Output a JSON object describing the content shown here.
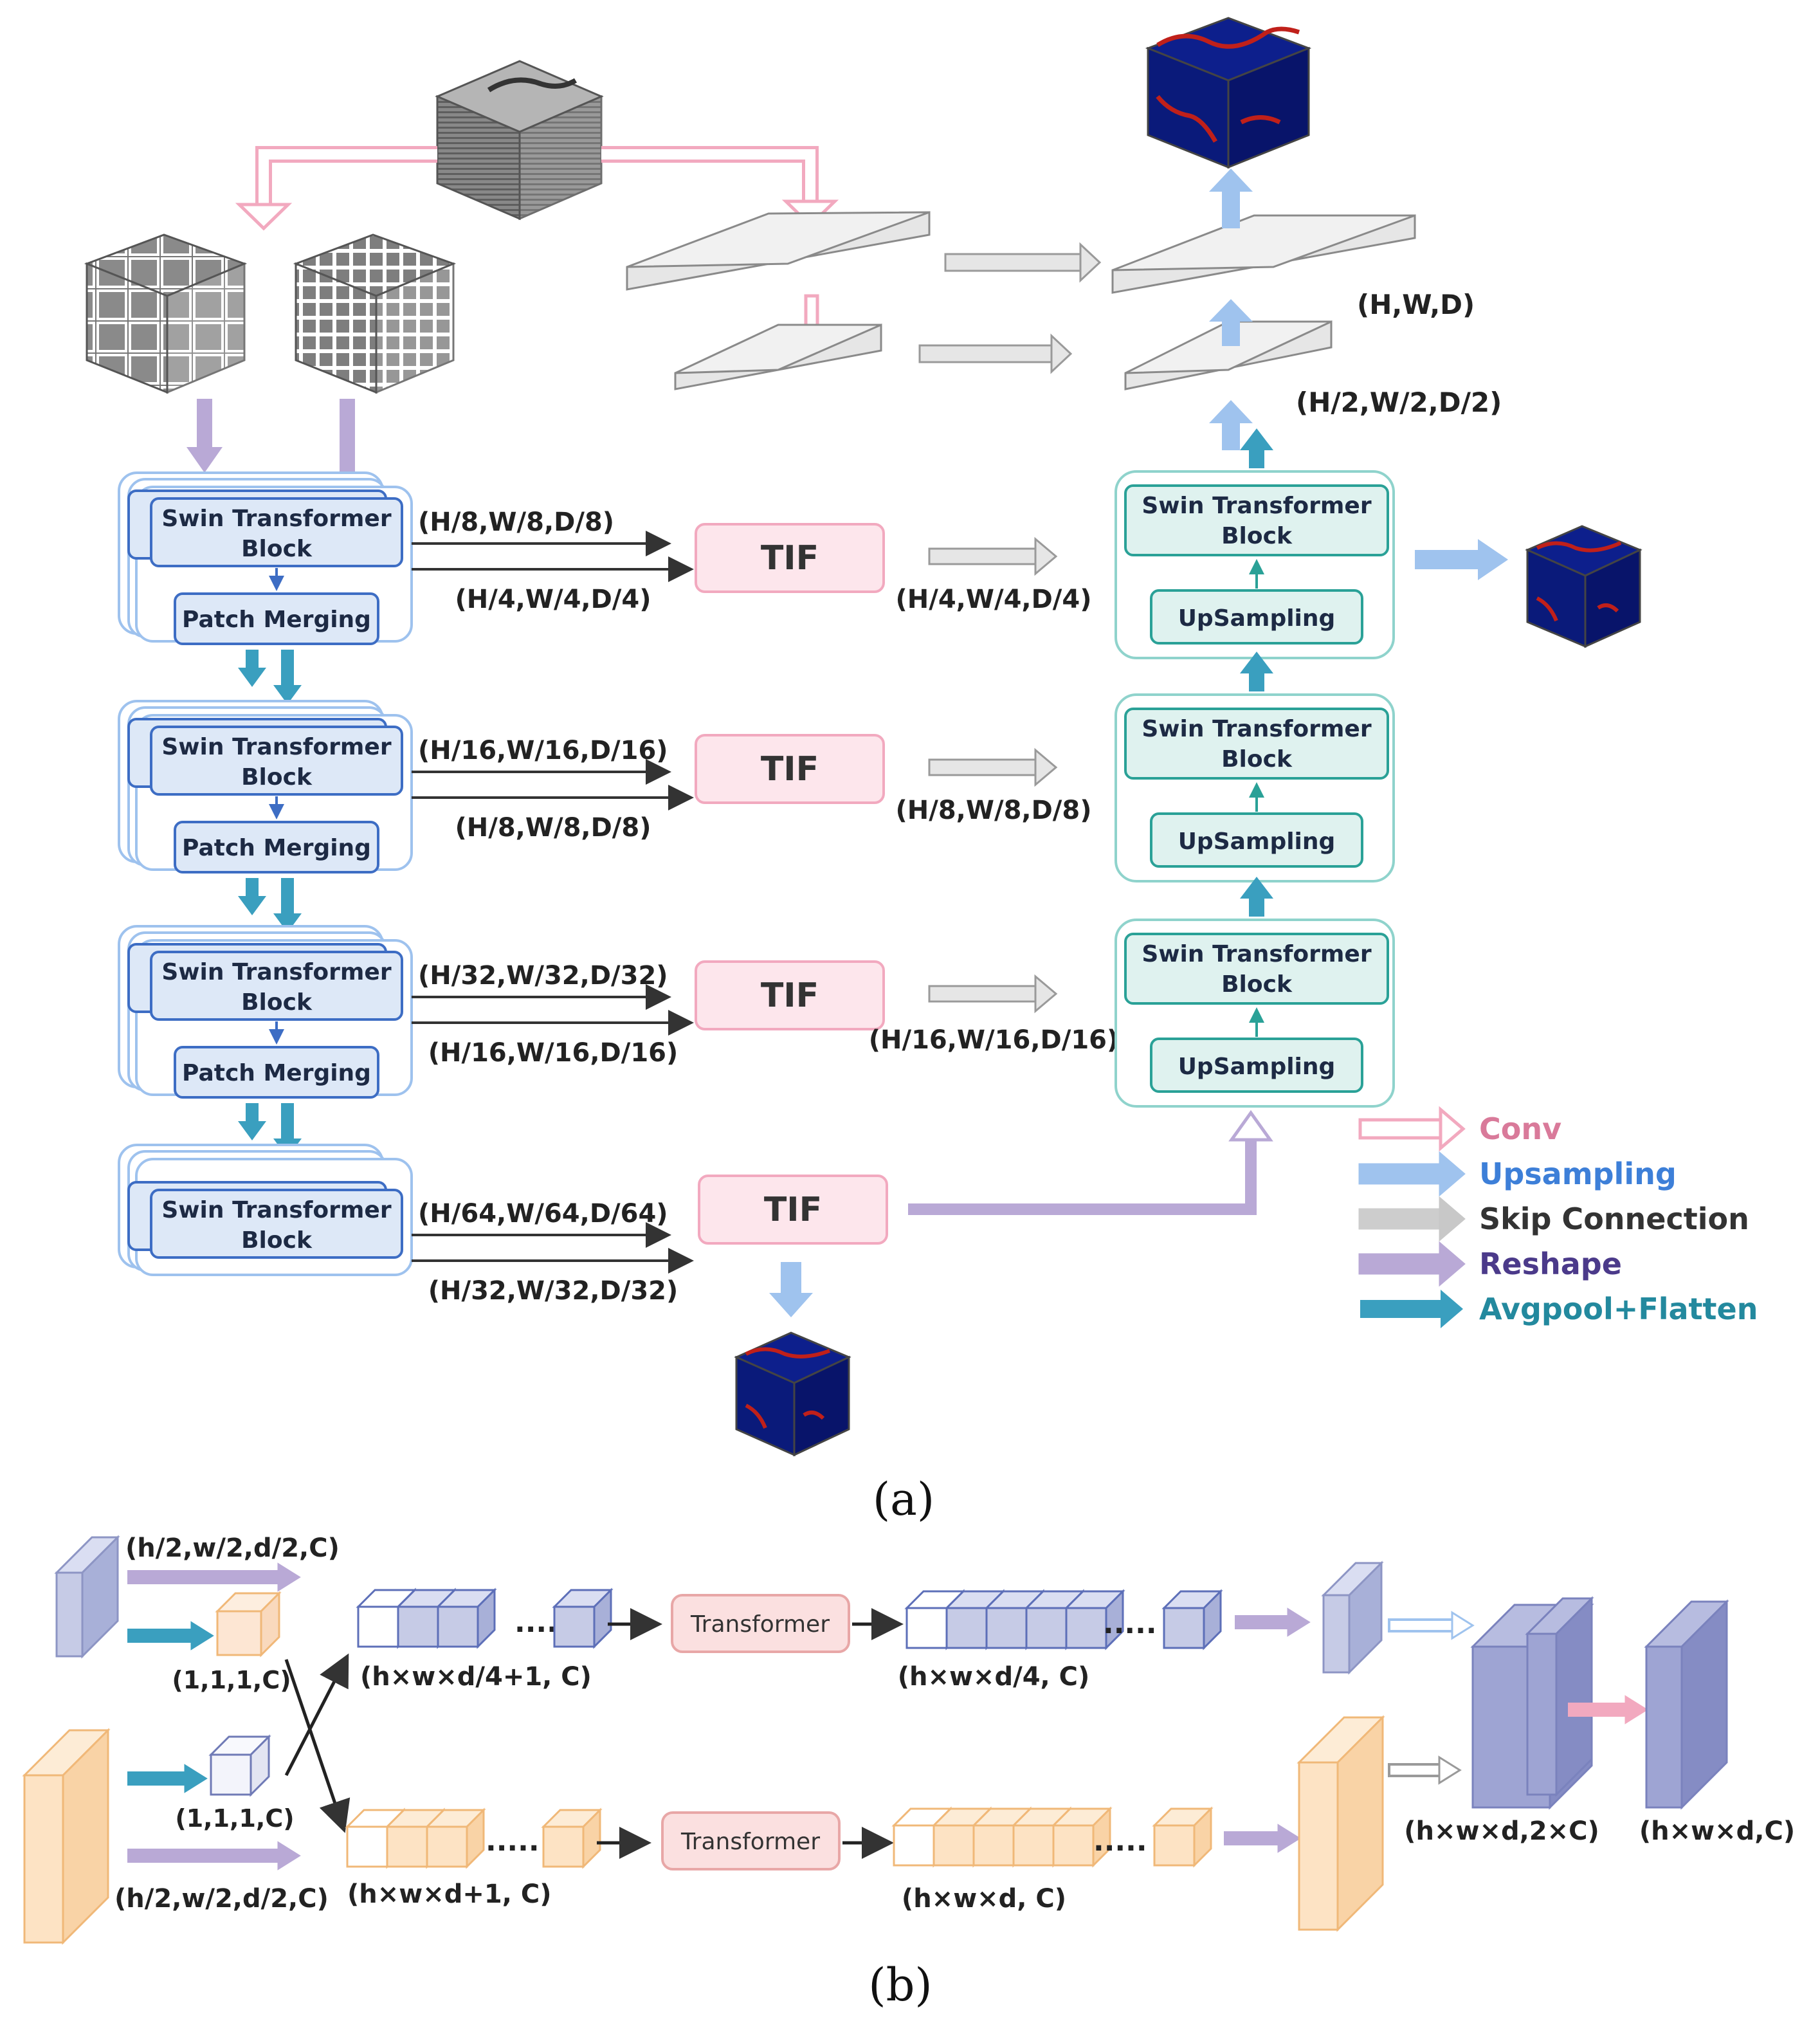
{
  "encoder": {
    "swin_label": "Swin Transformer",
    "block_label": "Block",
    "patch_merging_label": "Patch Merging",
    "stage_labels": [
      {
        "top": "(H/8,W/8,D/8)",
        "bottom": "(H/4,W/4,D/4)"
      },
      {
        "top": "(H/16,W/16,D/16)",
        "bottom": "(H/8,W/8,D/8)"
      },
      {
        "top": "(H/32,W/32,D/32)",
        "bottom": "(H/16,W/16,D/16)"
      },
      {
        "top": "(H/64,W/64,D/64)",
        "bottom": "(H/32,W/32,D/32)"
      }
    ]
  },
  "tif_label": "TIF",
  "decoder": {
    "swin_label": "Swin Transformer",
    "block_label": "Block",
    "upsampling_label": "UpSampling",
    "skip_labels": [
      "(H/4,W/4,D/4)",
      "(H/8,W/8,D/8)",
      "(H/16,W/16,D/16)"
    ],
    "top_labels": [
      "(H,W,D)",
      "(H/2,W/2,D/2)"
    ]
  },
  "legend": [
    {
      "label": "Conv",
      "color": "#f2a9bf"
    },
    {
      "label": "Upsampling",
      "color": "#9fc3ee"
    },
    {
      "label": "Skip Connection",
      "color": "#c8c8c8"
    },
    {
      "label": "Reshape",
      "color": "#b9a9d6"
    },
    {
      "label": "Avgpool+Flatten",
      "color": "#3a9fbf"
    }
  ],
  "caption_a": "(a)",
  "caption_b": "(b)",
  "tif_detail": {
    "top_input_label": "(h/2,w/2,d/2,C)",
    "bottom_input_label": "(h/2,w/2,d/2,C)",
    "cls_label_top": "(1,1,1,C)",
    "cls_label_bottom": "(1,1,1,C)",
    "tokens_top_label": "(h×w×d/4+1, C)",
    "tokens_bottom_label": "(h×w×d+1, C)",
    "transformer_label": "Transformer",
    "out_top_label": "(h×w×d/4, C)",
    "out_bottom_label": "(h×w×d, C)",
    "concat_label": "(h×w×d,2×C)",
    "final_label": "(h×w×d,C)",
    "dots": "·····"
  }
}
